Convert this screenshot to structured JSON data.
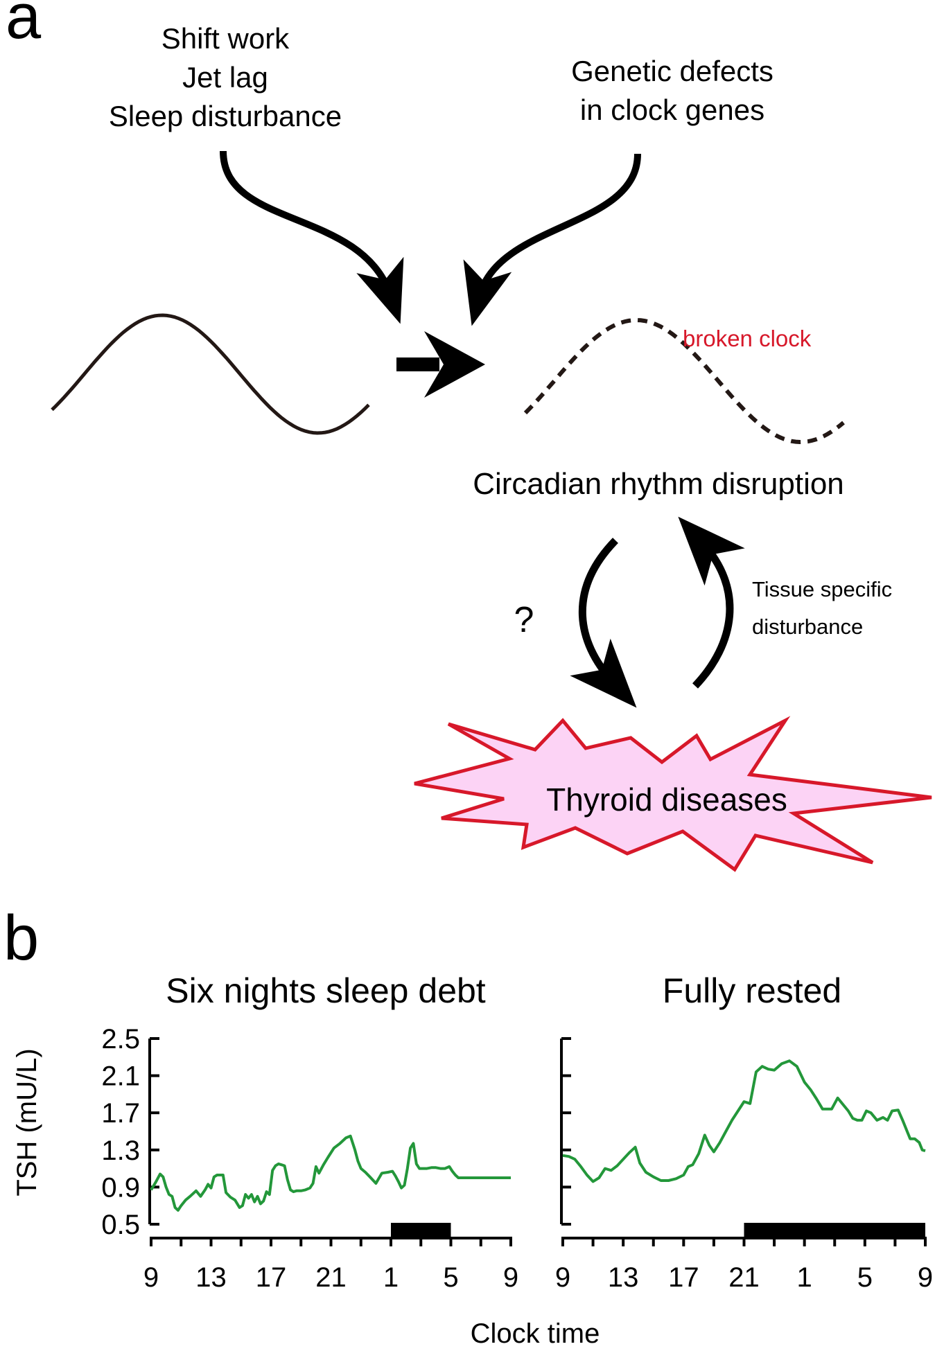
{
  "panel_a": {
    "label": "a",
    "causes_left": [
      "Shift work",
      "Jet lag",
      "Sleep disturbance"
    ],
    "causes_right": [
      "Genetic defects",
      "in clock genes"
    ],
    "broken_clock_label": "broken clock",
    "disruption_label": "Circadian rhythm disruption",
    "question_mark": "?",
    "tissue_label": [
      "Tissue specific",
      "disturbance"
    ],
    "disease_label": "Thyroid diseases",
    "colors": {
      "ink": "#000000",
      "healthy_wave": "#231815",
      "broken_clock_text": "#d7182a",
      "burst_fill": "#fcd3f5",
      "burst_stroke": "#d7182a"
    }
  },
  "panel_b": {
    "label": "b",
    "xlabel": "Clock time",
    "ylabel": "TSH (mU/L)",
    "line_color": "#23973a"
  },
  "chart_data": [
    {
      "type": "line",
      "title": "Six nights sleep debt",
      "ylabel": "TSH (mU/L)",
      "xlabel": "Clock time",
      "ylim": [
        0.5,
        2.5
      ],
      "yticks": [
        "2.5",
        "2.1",
        "1.7",
        "1.3",
        "0.9",
        "0.5"
      ],
      "yticks_num": [
        2.5,
        2.1,
        1.7,
        1.3,
        0.9,
        0.5
      ],
      "xticks": [
        "9",
        "13",
        "17",
        "21",
        "1",
        "5",
        "9"
      ],
      "xticks_hours": [
        0,
        4,
        8,
        12,
        16,
        20,
        24
      ],
      "sleep_period": {
        "start": "1",
        "end": "5"
      },
      "grid": false,
      "series": [
        {
          "x": [
            0,
            0.3,
            0.6,
            0.8,
            1.0,
            1.2,
            1.4,
            1.6,
            1.8,
            2.0,
            2.3,
            2.6,
            3.0,
            3.3,
            3.6,
            3.8,
            4.0,
            4.2,
            4.4,
            4.6,
            4.8,
            5.0,
            5.3,
            5.6,
            5.9,
            6.1,
            6.3,
            6.5,
            6.7,
            6.9,
            7.1,
            7.3,
            7.5,
            7.7,
            7.9,
            8.1,
            8.3,
            8.5,
            8.7,
            8.9,
            9.1,
            9.3,
            9.5,
            9.7,
            10.0,
            10.3,
            10.6,
            10.8,
            11.0,
            11.2,
            11.5,
            11.8,
            12.2,
            12.6,
            13.0,
            13.3,
            13.6,
            13.8,
            14.0,
            14.3,
            14.6,
            15.0,
            15.4,
            15.8,
            16.1,
            16.3,
            16.5,
            16.7,
            16.9,
            17.1,
            17.3,
            17.5,
            17.7,
            17.9,
            18.1,
            18.4,
            18.7,
            19.0,
            19.3,
            19.6,
            19.9,
            20.1,
            20.3,
            20.5,
            20.7,
            20.9,
            21.1,
            21.3,
            21.5,
            21.8,
            22.2,
            22.6,
            23.0,
            23.4,
            23.7,
            23.9,
            24.0
          ],
          "y": [
            0.87,
            0.95,
            1.04,
            1.01,
            0.9,
            0.82,
            0.8,
            0.68,
            0.65,
            0.7,
            0.76,
            0.8,
            0.86,
            0.8,
            0.87,
            0.93,
            0.89,
            1.01,
            1.03,
            1.03,
            1.03,
            0.84,
            0.79,
            0.76,
            0.68,
            0.7,
            0.82,
            0.78,
            0.82,
            0.74,
            0.8,
            0.72,
            0.75,
            0.85,
            0.82,
            1.08,
            1.13,
            1.15,
            1.14,
            1.13,
            0.98,
            0.87,
            0.85,
            0.86,
            0.86,
            0.87,
            0.89,
            0.94,
            1.12,
            1.05,
            1.14,
            1.22,
            1.32,
            1.37,
            1.43,
            1.45,
            1.3,
            1.18,
            1.1,
            1.06,
            1.01,
            0.94,
            1.05,
            1.06,
            1.07,
            1.02,
            0.96,
            0.89,
            0.92,
            1.1,
            1.32,
            1.37,
            1.15,
            1.1,
            1.1,
            1.1,
            1.11,
            1.11,
            1.1,
            1.1,
            1.12,
            1.07,
            1.03,
            1.0,
            1.0,
            1.0,
            1.0,
            1.0,
            1.0,
            1.0,
            1.0,
            1.0,
            1.0,
            1.0,
            1.0,
            1.0,
            1.0
          ]
        }
      ]
    },
    {
      "type": "line",
      "title": "Fully rested",
      "ylabel": "",
      "xlabel": "Clock time",
      "ylim": [
        0.5,
        2.5
      ],
      "xticks": [
        "9",
        "13",
        "17",
        "21",
        "1",
        "5",
        "9"
      ],
      "xticks_hours": [
        0,
        4,
        8,
        12,
        16,
        20,
        24
      ],
      "sleep_period": {
        "start": "21",
        "end": "9"
      },
      "grid": false,
      "series": [
        {
          "x": [
            0,
            0.4,
            0.8,
            1.2,
            1.6,
            2.0,
            2.4,
            2.8,
            3.2,
            3.6,
            4.0,
            4.4,
            4.8,
            5.1,
            5.5,
            6.0,
            6.5,
            7.0,
            7.5,
            8.0,
            8.3,
            8.6,
            9.0,
            9.4,
            9.7,
            10.0,
            10.4,
            10.8,
            11.2,
            11.6,
            12.0,
            12.4,
            12.8,
            13.2,
            13.6,
            14.0,
            14.5,
            15.0,
            15.5,
            16.0,
            16.4,
            16.8,
            17.2,
            17.5,
            17.8,
            18.2,
            18.5,
            18.9,
            19.2,
            19.5,
            19.8,
            20.1,
            20.4,
            20.8,
            21.2,
            21.5,
            21.8,
            22.2,
            22.5,
            22.8,
            23.0,
            23.3,
            23.6,
            23.8,
            24.0
          ],
          "y": [
            1.24,
            1.23,
            1.2,
            1.12,
            1.03,
            0.96,
            1.0,
            1.1,
            1.08,
            1.13,
            1.2,
            1.27,
            1.33,
            1.16,
            1.06,
            1.01,
            0.97,
            0.97,
            0.99,
            1.03,
            1.12,
            1.14,
            1.26,
            1.46,
            1.35,
            1.28,
            1.38,
            1.5,
            1.62,
            1.72,
            1.82,
            1.8,
            2.14,
            2.2,
            2.17,
            2.16,
            2.23,
            2.26,
            2.2,
            2.03,
            1.95,
            1.85,
            1.74,
            1.74,
            1.74,
            1.86,
            1.8,
            1.72,
            1.64,
            1.62,
            1.62,
            1.72,
            1.7,
            1.62,
            1.65,
            1.62,
            1.72,
            1.73,
            1.62,
            1.5,
            1.42,
            1.42,
            1.38,
            1.3,
            1.29
          ]
        }
      ]
    }
  ]
}
